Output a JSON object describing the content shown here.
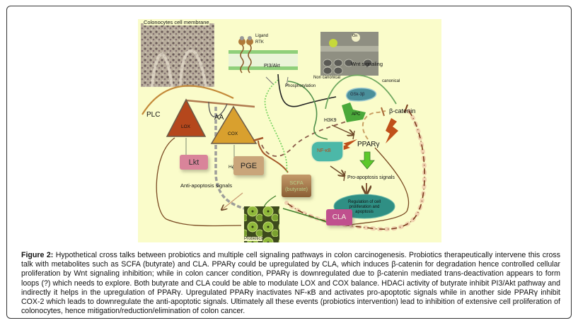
{
  "figure": {
    "labels": {
      "membrane": "Colonocytes cell membrane",
      "ligand": "Ligand",
      "rtk": "RTK",
      "wnt": "Wnt signaling",
      "wnt_on": "On",
      "pi3akt": "PI3/Akt",
      "non_canonical": "Non canonical",
      "canonical": "canonical",
      "phosphorylation": "Phosphorylation",
      "gsk": "GSk-3β",
      "apc": "APC",
      "h3k9": "H3K9",
      "beta_catenin": "β-catenin",
      "pparg": "PPARγ",
      "nfkb": "NF-κB",
      "pro_apoptosis": "Pro-apoptosis signals",
      "regulation": "Regulation of cell proliferation and apoptosis",
      "plc": "PLC",
      "aa": "AA",
      "lox": "LOX",
      "cox": "COX",
      "lkt": "Lkt",
      "pge": "PGE",
      "anti_apoptosis": "Anti-apoptosis signals",
      "hadci": "HADCi",
      "scfa": "SCFA",
      "butyrate": "(butyrate)",
      "cla": "CLA",
      "probiotics": "Probiotics"
    },
    "colors": {
      "background": "#fafcca",
      "lox": "#b5471c",
      "cox": "#d9a02e",
      "lkt": "#d9849a",
      "pge": "#c9a57a",
      "scfa": "#a87a4a",
      "cla": "#c0508e",
      "nfkb": "#4cb8a8",
      "regulation": "#2f8f84",
      "gsk": "#4a8f9a",
      "apc": "#4aa83a",
      "green_arrow": "#5cc82a",
      "brown_line": "#7a4a22",
      "green_line": "#4f8f4a"
    }
  },
  "caption": {
    "label": "Figure 2:",
    "text": "Hypothetical cross talks between probiotics and multiple cell signaling pathways in colon carcinogenesis. Probiotics therapeutically intervene this cross talk with metabolites such as SCFA (butyrate) and CLA. PPARγ could be upregulated by CLA, which induces β-catenin for degradation hence controlled cellular proliferation by Wnt signaling inhibition; while in colon cancer condition, PPARγ is downregulated due to β-catenin mediated trans-deactivation appears to form loops (?) which needs to explore. Both butyrate and CLA could be able to modulate LOX and COX balance. HDACi activity of butyrate inhibit PI3/Akt pathway and indirectly it helps in the upregulation of PPARγ. Upregulated PPARγ inactivates NF-κB and activates pro-apoptotic signals while in another side PPARγ inhibit COX-2 which leads to downregulate the anti-apoptotic signals. Ultimately all these events (probiotics intervention) lead to inhibition of extensive cell proliferation of colonocytes, hence mitigation/reduction/elimination of colon cancer."
  }
}
